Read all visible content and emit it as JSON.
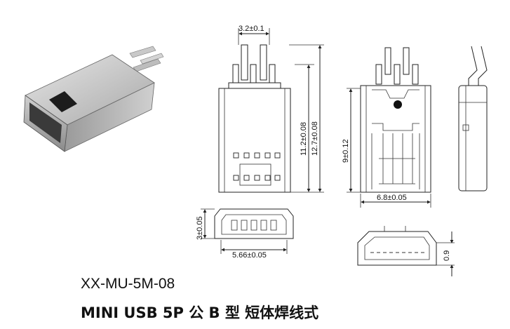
{
  "title": {
    "model_code": "XX-MU-5M-08",
    "description": "MINI USB 5P 公 B 型  短体焊线式"
  },
  "dimensions": {
    "pin_pitch": "3.2±0.1",
    "length_short": "11.2±0.08",
    "length_total": "12.7±0.08",
    "side_height": "9±0.12",
    "body_width": "6.8±0.05",
    "plug_height": "3±0.05",
    "plug_width": "5.66±0.05",
    "shell_thickness": "0.9"
  },
  "colors": {
    "line": "#222222",
    "background": "#ffffff"
  }
}
